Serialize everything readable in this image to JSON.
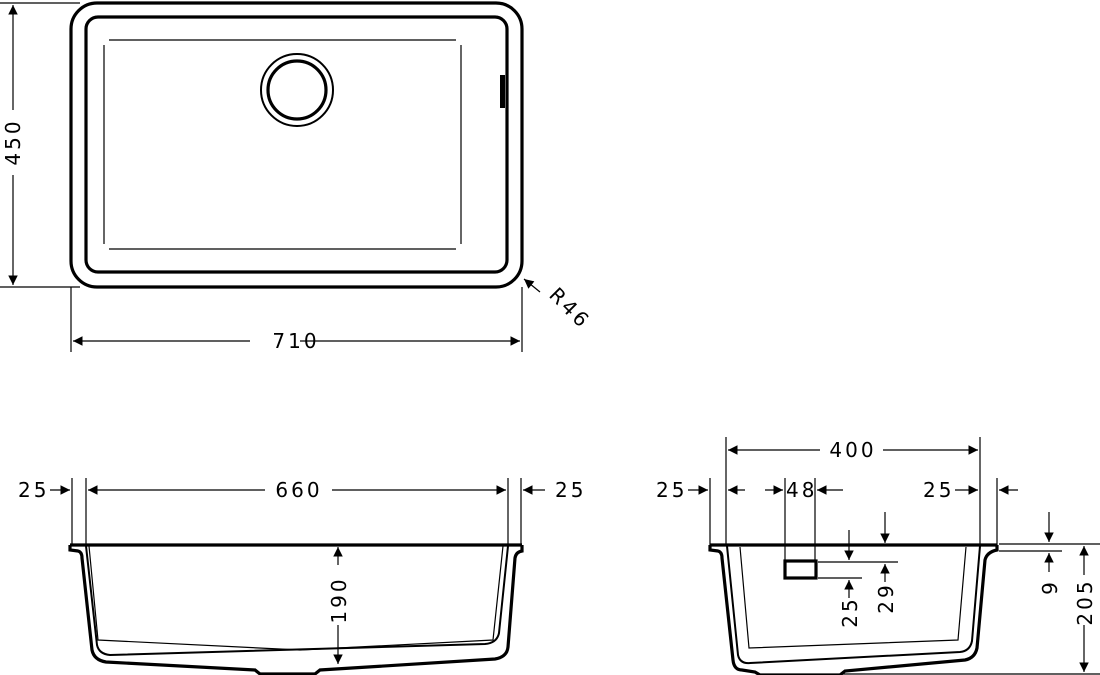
{
  "drawing": {
    "views": {
      "top_view": {
        "name": "Top view of sink",
        "dimensions": {
          "depth": "450",
          "width": "710",
          "corner_radius": "R46"
        }
      },
      "front_section": {
        "name": "Front cross-section",
        "dimensions": {
          "left_rim": "25",
          "inner_width": "660",
          "right_rim": "25",
          "bowl_depth": "190"
        }
      },
      "side_section": {
        "name": "Side cross-section",
        "dimensions": {
          "inner_depth": "400",
          "left_rim": "25",
          "overflow_width": "48",
          "right_rim": "25",
          "overflow_top_offset": "25",
          "overflow_bottom_offset": "29",
          "rim_thickness": "9",
          "total_height": "205"
        }
      }
    },
    "line_color": "#000000",
    "background_color": "#ffffff"
  }
}
